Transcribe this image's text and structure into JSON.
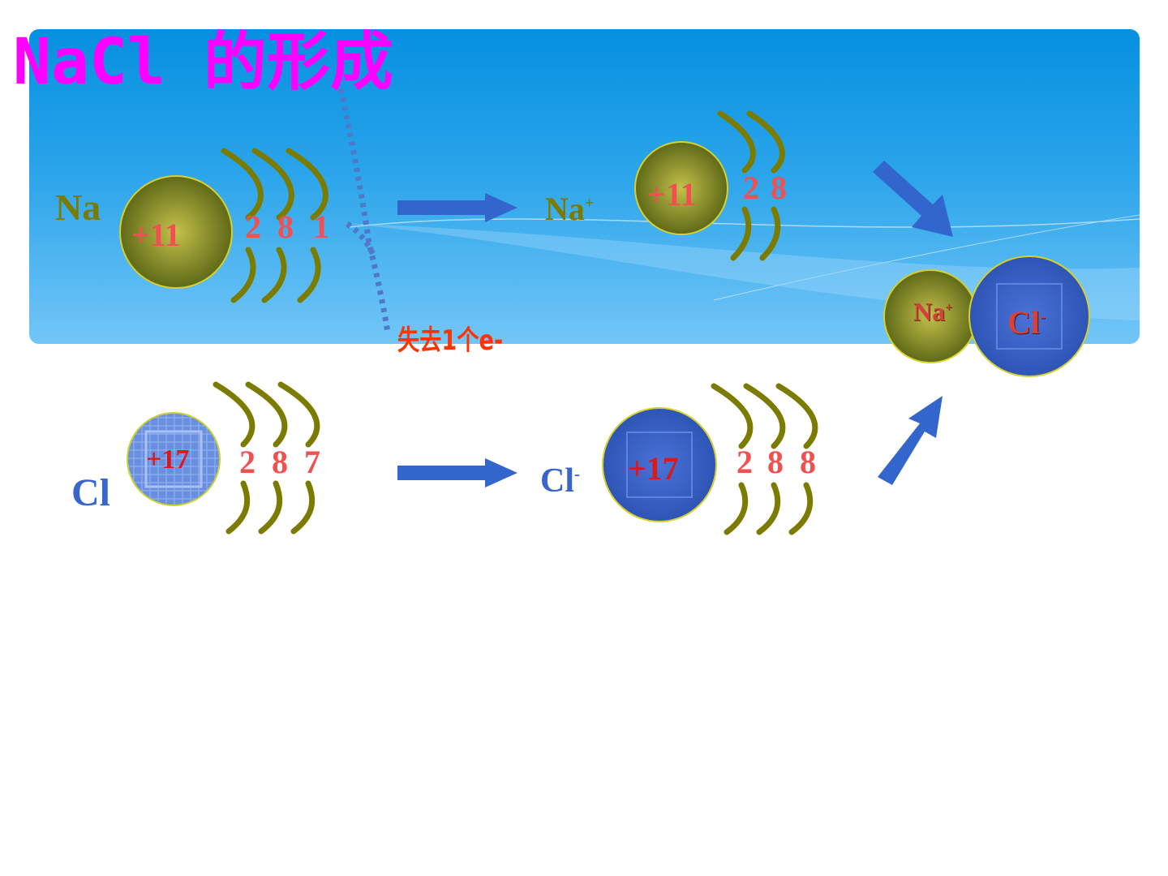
{
  "title": {
    "formula": "NaCl",
    "text": "的形成"
  },
  "na_atom": {
    "symbol": "Na",
    "nucleus": "+11",
    "shells": [
      "2",
      "8",
      "1"
    ]
  },
  "na_ion": {
    "symbol": "Na",
    "charge": "+",
    "nucleus": "+11",
    "shells": [
      "2",
      "8"
    ]
  },
  "cl_atom": {
    "symbol": "Cl",
    "nucleus": "+17",
    "shells": [
      "2",
      "8",
      "7"
    ]
  },
  "cl_ion": {
    "symbol": "Cl",
    "charge": "-",
    "nucleus": "+17",
    "shells": [
      "2",
      "8",
      "8"
    ]
  },
  "product": {
    "na": "Na",
    "na_charge": "+",
    "cl": "Cl",
    "cl_charge": "-"
  },
  "electron_transfer_label": "失去1个e-",
  "colors": {
    "title": "#ff00ff",
    "sodium": "#7b7b00",
    "chlorine": "#3a66cc",
    "shell_numbers": "#f05050",
    "arrow": "#3366cc",
    "transfer_label": "#ff3300"
  }
}
